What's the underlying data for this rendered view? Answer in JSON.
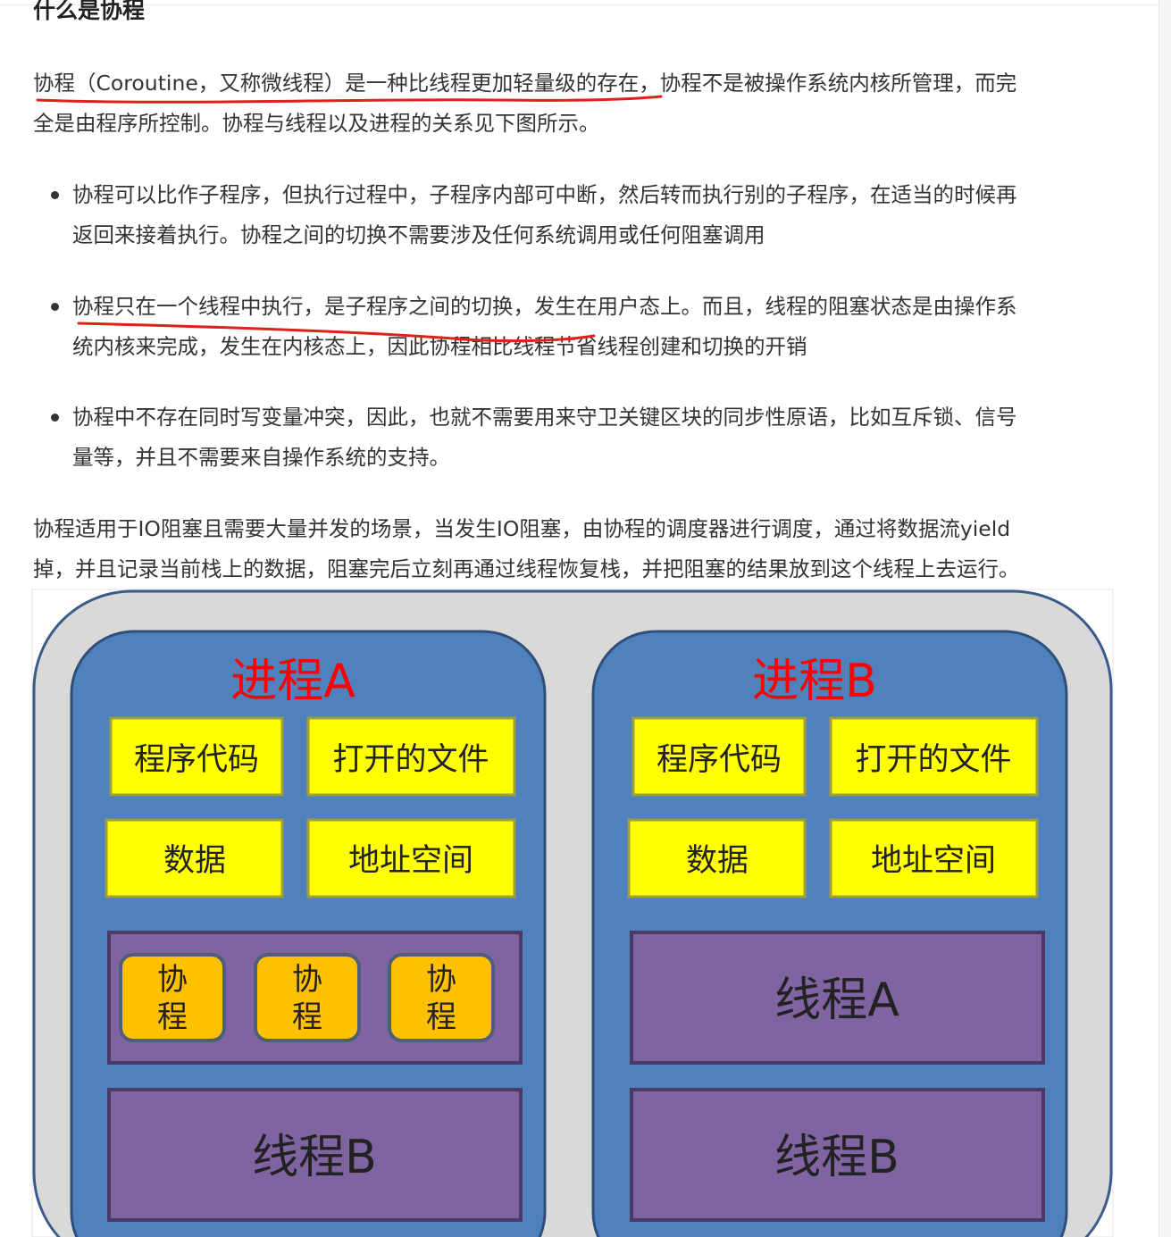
{
  "article": {
    "heading": "什么是协程",
    "intro": {
      "line1": "协程（Coroutine，又称微线程）是一种比线程更加轻量级的存在，协程不是被操作系统内核所管理，而完",
      "line2": "全是由程序所控制。协程与线程以及进程的关系见下图所示。"
    },
    "bullets": [
      {
        "line1": "协程可以比作子程序，但执行过程中，子程序内部可中断，然后转而执行别的子程序，在适当的时候再",
        "line2": "返回来接着执行。协程之间的切换不需要涉及任何系统调用或任何阻塞调用"
      },
      {
        "line1": "协程只在一个线程中执行，是子程序之间的切换，发生在用户态上。而且，线程的阻塞状态是由操作系",
        "line2": "统内核来完成，发生在内核态上，因此协程相比线程节省线程创建和切换的开销"
      },
      {
        "line1": "协程中不存在同时写变量冲突，因此，也就不需要用来守卫关键区块的同步性原语，比如互斥锁、信号",
        "line2": "量等，并且不需要来自操作系统的支持。"
      }
    ],
    "outro": {
      "line1": "协程适用于IO阻塞且需要大量并发的场景，当发生IO阻塞，由协程的调度器进行调度，通过将数据流yield",
      "line2": "掉，并且记录当前栈上的数据，阻塞完后立刻再通过线程恢复栈，并把阻塞的结果放到这个线程上去运行。"
    }
  },
  "diagram": {
    "processA": {
      "title": "进程A",
      "program_code": "程序代码",
      "open_files": "打开的文件",
      "data": "数据",
      "address_space": "地址空间",
      "coroutines": [
        {
          "top": "协",
          "bottom": "程"
        },
        {
          "top": "协",
          "bottom": "程"
        },
        {
          "top": "协",
          "bottom": "程"
        }
      ],
      "thread_b": "线程B"
    },
    "processB": {
      "title": "进程B",
      "program_code": "程序代码",
      "open_files": "打开的文件",
      "data": "数据",
      "address_space": "地址空间",
      "thread_a": "线程A",
      "thread_b": "线程B"
    },
    "colors": {
      "outer_bg": "#d9d9d9",
      "process_bg": "#4f81bd",
      "resource_box": "#ffff00",
      "thread_box": "#8064a2",
      "coroutine_box": "#ffc000",
      "title_red": "#ff0000",
      "annotation_red": "#e0201a"
    }
  }
}
